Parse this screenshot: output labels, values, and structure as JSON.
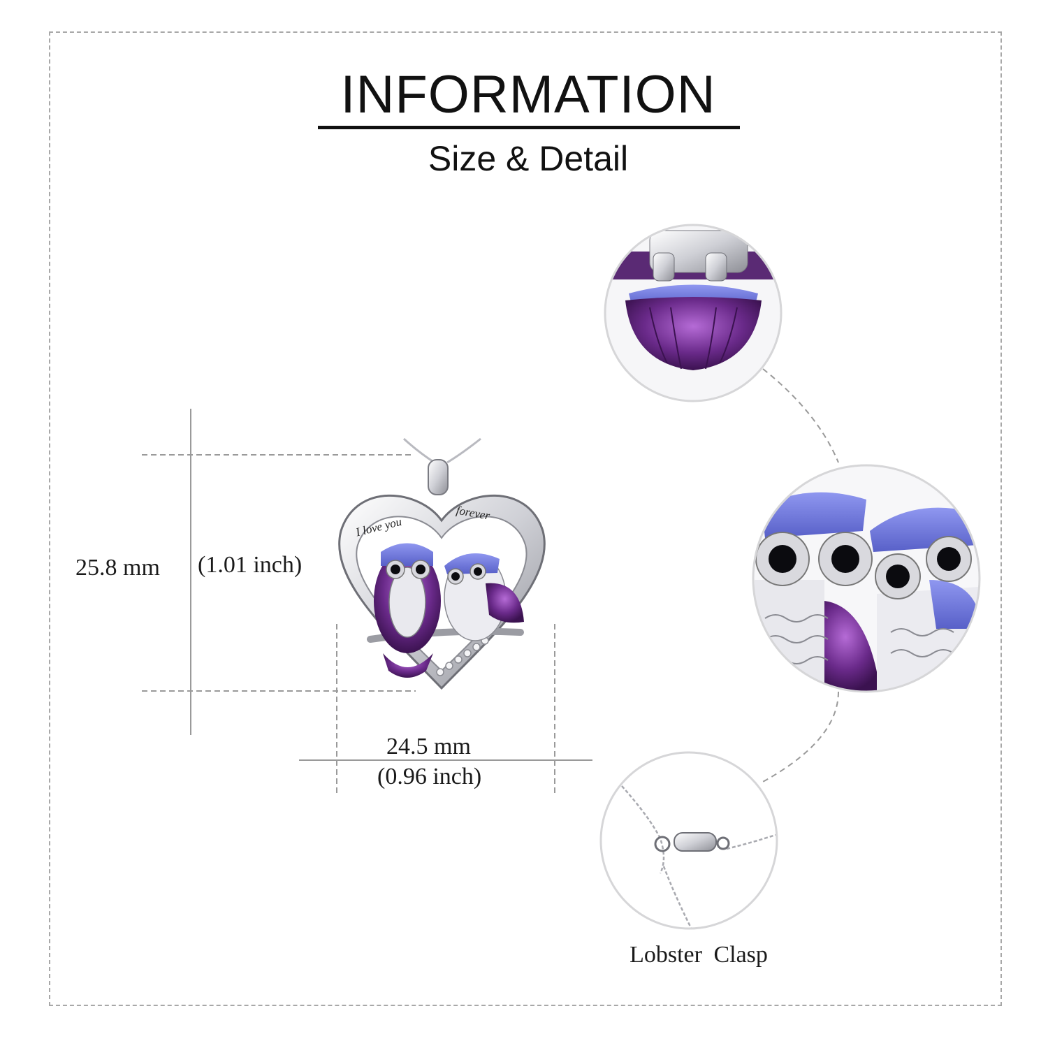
{
  "header": {
    "title": "INFORMATION",
    "subtitle": "Size & Detail"
  },
  "dimensions": {
    "height_mm": "25.8 mm",
    "height_inch": "(1.01 inch)",
    "width_mm": "24.5 mm",
    "width_inch": "(0.96 inch)"
  },
  "pendant": {
    "engraving_left": "I love you",
    "engraving_right": "forever"
  },
  "details": {
    "clasp_label": "Lobster  Clasp"
  },
  "colors": {
    "purple": "#6a2a8a",
    "blue": "#6f78e0",
    "silver": "#d9d9de",
    "dashed_line": "#9a9a9a"
  }
}
